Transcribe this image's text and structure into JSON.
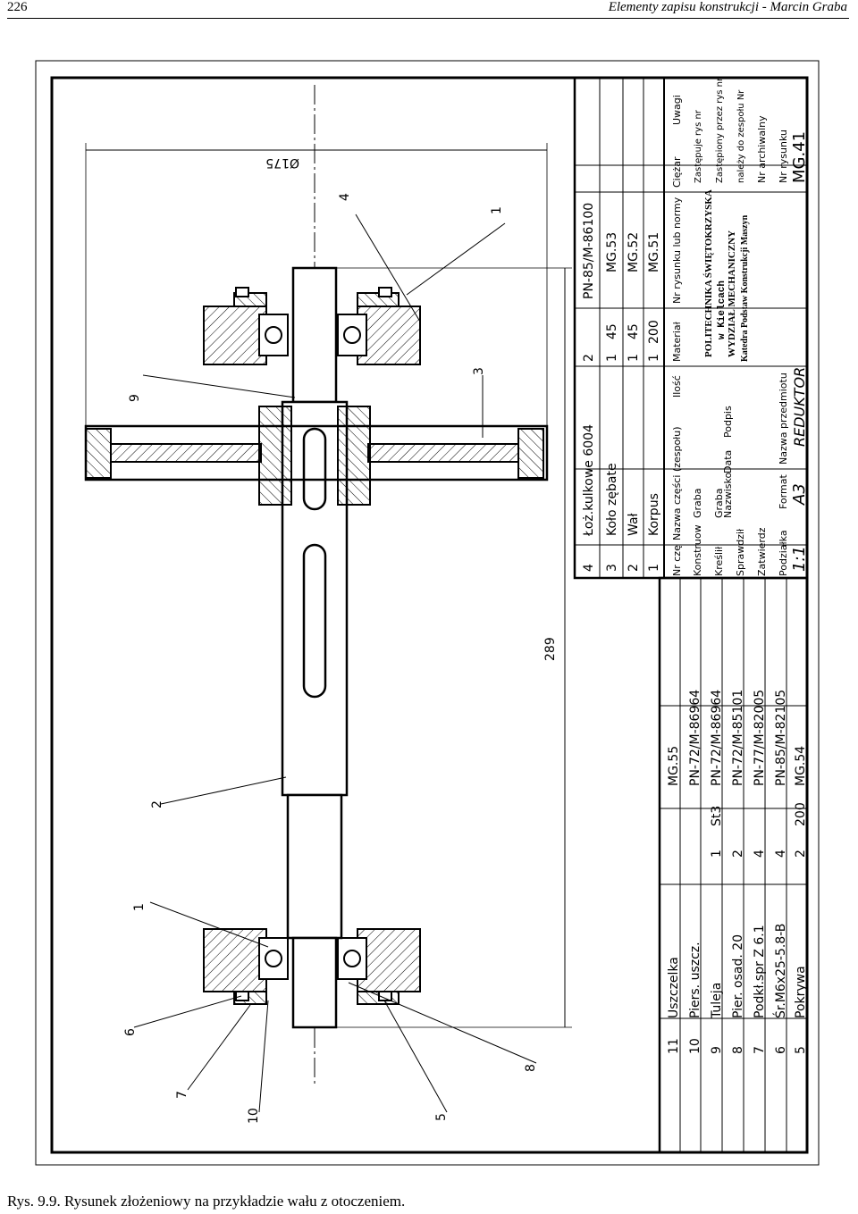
{
  "header": {
    "page_number": "226",
    "book_title": "Elementy zapisu konstrukcji - Marcin Graba"
  },
  "caption": "Rys. 9.9. Rysunek złożeniowy na przykładzie wału z otoczeniem.",
  "dimensions": {
    "length": "289",
    "diameter": "Ø175"
  },
  "callouts": {
    "c1a": "1",
    "c1b": "1",
    "c2": "2",
    "c3": "3",
    "c4": "4",
    "c5": "5",
    "c6": "6",
    "c7": "7",
    "c8": "8",
    "c9": "9",
    "c10": "10"
  },
  "parts_upper": [
    {
      "nr": "4",
      "name": "Łoż.kulkowe 6004",
      "qty": "2",
      "material": "",
      "ref": "PN-85/M-86100"
    },
    {
      "nr": "3",
      "name": "Koło zębate",
      "qty": "1",
      "material": "45",
      "ref": "MG.53"
    },
    {
      "nr": "2",
      "name": "Wał",
      "qty": "1",
      "material": "45",
      "ref": "MG.52"
    },
    {
      "nr": "1",
      "name": "Korpus",
      "qty": "1",
      "material": "200",
      "ref": "MG.51"
    }
  ],
  "parts_lower": [
    {
      "nr": "11",
      "name": "Uszczelka",
      "qty": "",
      "material": "",
      "ref": "MG.55"
    },
    {
      "nr": "10",
      "name": "Piers. uszcz.",
      "qty": "",
      "material": "",
      "ref": "PN-72/M-86964"
    },
    {
      "nr": "9",
      "name": "Tuleja",
      "qty": "1",
      "material": "St3",
      "ref": "PN-72/M-86964"
    },
    {
      "nr": "8",
      "name": "Pier. osad. 20",
      "qty": "2",
      "material": "",
      "ref": "PN-72/M-85101"
    },
    {
      "nr": "7",
      "name": "Podkł.spr Z 6.1",
      "qty": "4",
      "material": "",
      "ref": "PN-77/M-82005"
    },
    {
      "nr": "6",
      "name": "Śr.M6x25-5.8-B",
      "qty": "4",
      "material": "",
      "ref": "PN-85/M-82105"
    },
    {
      "nr": "5",
      "name": "Pokrywa",
      "qty": "2",
      "material": "200",
      "ref": "MG.54"
    }
  ],
  "parts_header": {
    "nr": "Nr czę",
    "name": "Nazwa części (zespołu)",
    "qty": "Ilość",
    "material": "Materiał",
    "ref": "Nr rysunku lub normy",
    "weight": "Ciężar",
    "notes": "Uwagi"
  },
  "title_block": {
    "konstruowal": "Konstruow",
    "kreslil": "Kreślił",
    "sprawdzil": "Sprawdził",
    "zatwierdzil": "Zatwierdz",
    "author1": "Graba",
    "author2": "Graba",
    "col_name": "Nazwisko",
    "col_date": "Data",
    "col_sign": "Podpis",
    "school1": "POLITECHNIKA ŚWIĘTOKRZYSKA",
    "school2": "w Kielcach",
    "faculty": "WYDZIAŁ MECHANICZNY",
    "dept": "Katedra Podstaw Konstrukcji Maszyn",
    "replaces": "Zastępuje rys nr",
    "replaced_by": "Zastępiony przez rys nr",
    "belongs": "należy do zespołu Nr",
    "archive": "Nr archiwalny",
    "scale_label": "Podziałka",
    "scale": "1:1",
    "format_label": "Format",
    "format": "A3",
    "subject_label": "Nazwa przedmiotu",
    "subject": "REDUKTOR",
    "drawing_no_label": "Nr rysunku",
    "drawing_no": "MG.41"
  }
}
